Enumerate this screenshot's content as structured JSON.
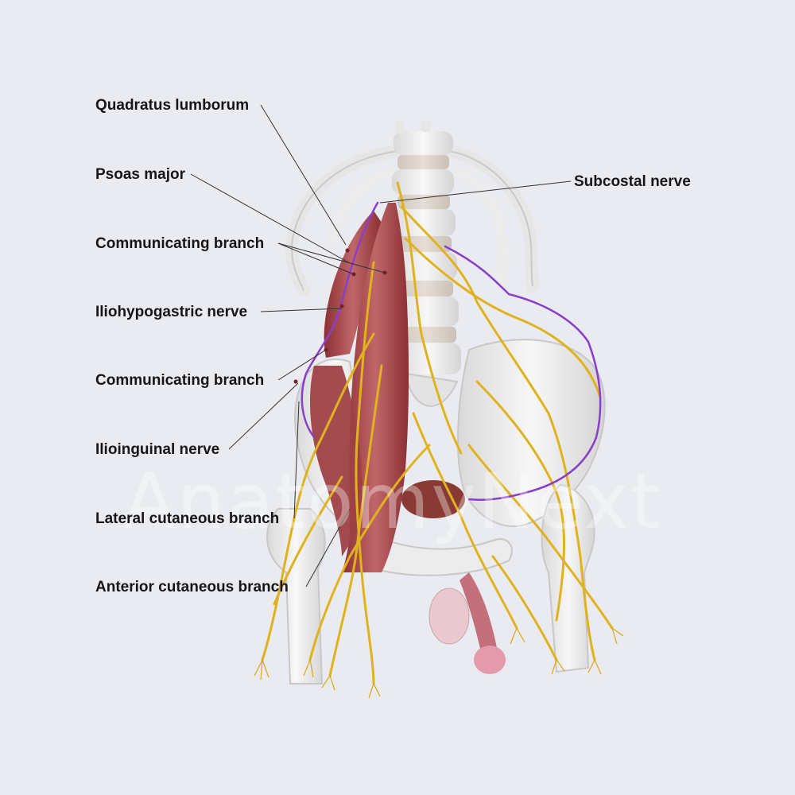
{
  "labels": {
    "quadratus_lumborum": "Quadratus lumborum",
    "psoas_major": "Psoas major",
    "communicating_branch_upper": "Communicating branch",
    "iliohypogastric_nerve": "Iliohypogastric nerve",
    "communicating_branch_lower": "Communicating branch",
    "ilioinguinal_nerve": "Ilioinguinal nerve",
    "lateral_cutaneous_branch": "Lateral cutaneous branch",
    "anterior_cutaneous_branch": "Anterior cutaneous branch",
    "subcostal_nerve": "Subcostal nerve"
  },
  "watermark": "AnatomyNext",
  "colors": {
    "background": "#e9ebf0",
    "bone": "#ededed",
    "muscle": "#a8464a",
    "nerve": "#e0b21e",
    "subcostal_nerve": "#8a3fc8",
    "leader_line": "#333333"
  }
}
